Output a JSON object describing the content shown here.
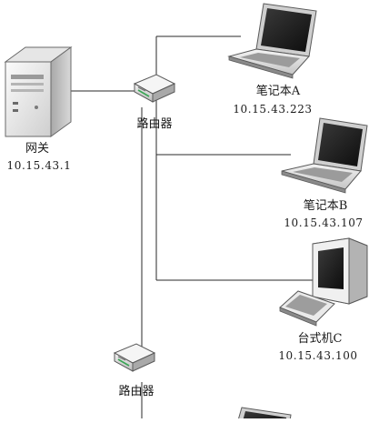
{
  "nodes": {
    "gateway": {
      "name": "网关",
      "ip": "10.15.43.1",
      "icon": "server-icon"
    },
    "router_1": {
      "name": "路由器",
      "icon": "router-icon"
    },
    "laptop_a": {
      "name": "笔记本A",
      "ip": "10.15.43.223",
      "icon": "laptop-icon"
    },
    "laptop_b": {
      "name": "笔记本B",
      "ip": "10.15.43.107",
      "icon": "laptop-icon"
    },
    "desktop_c": {
      "name": "台式机C",
      "ip": "10.15.43.100",
      "icon": "desktop-icon"
    },
    "router_2": {
      "name": "路由器",
      "icon": "router-icon"
    },
    "laptop_partial": {
      "icon": "laptop-icon"
    }
  },
  "connections": [
    [
      "gateway",
      "router_1"
    ],
    [
      "router_1",
      "laptop_a"
    ],
    [
      "router_1",
      "laptop_b"
    ],
    [
      "router_1",
      "desktop_c"
    ],
    [
      "router_1",
      "router_2"
    ],
    [
      "router_2",
      "laptop_partial"
    ]
  ],
  "colors": {
    "line": "#2a2a2a",
    "device_light": "#ececec",
    "device_mid": "#bfbfbf",
    "device_dark": "#7a7a7a",
    "screen": "#1c1c1c",
    "router_led": "#3aa655"
  }
}
